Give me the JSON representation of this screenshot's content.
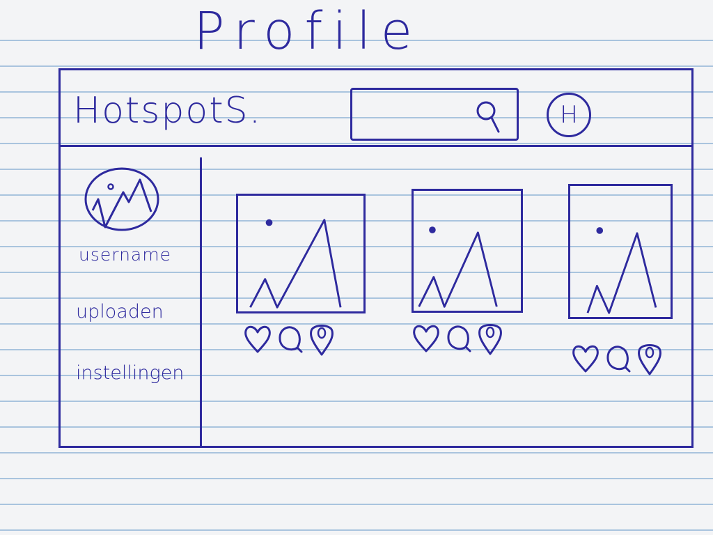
{
  "page": {
    "title": "Profile"
  },
  "header": {
    "brand": "HotspotS.",
    "search": {
      "placeholder": ""
    },
    "avatar_letter": "H"
  },
  "sidebar": {
    "avatar_icon": "image-placeholder-icon",
    "items": [
      {
        "label": "username"
      },
      {
        "label": "uploaden"
      },
      {
        "label": "instellingen"
      }
    ]
  },
  "posts": [
    {
      "image_icon": "image-placeholder-icon",
      "actions": [
        "heart-icon",
        "comment-icon",
        "location-pin-icon"
      ]
    },
    {
      "image_icon": "image-placeholder-icon",
      "actions": [
        "heart-icon",
        "comment-icon",
        "location-pin-icon"
      ]
    },
    {
      "image_icon": "image-placeholder-icon",
      "actions": [
        "heart-icon",
        "comment-icon",
        "location-pin-icon"
      ]
    }
  ],
  "colors": {
    "ink": "#2e2a9e",
    "paper": "#f3f4f6",
    "rule_line": "#a9c4de"
  }
}
